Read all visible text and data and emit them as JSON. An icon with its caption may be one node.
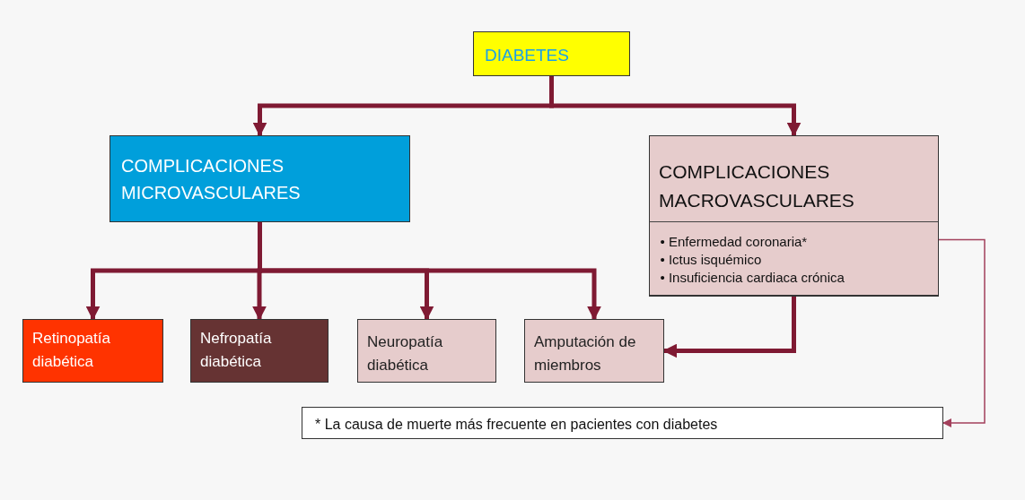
{
  "diagram": {
    "nodes": [
      {
        "text": [
          "DIABETES"
        ]
      },
      {
        "text": [
          "COMPLICACIONES MICROVASCULARES"
        ]
      },
      {
        "text": [
          "COMPLICACIONES MACROVASCULARES"
        ]
      },
      {
        "text": [
          "• Enfermedad coronaria*",
          "• Ictus isquémico",
          "• Insuficiencia cardiaca crónica"
        ],
        "in": 2
      },
      {
        "text": [
          "Retinopatía diabética"
        ]
      },
      {
        "text": [
          "Nefropatía diabética"
        ]
      },
      {
        "text": [
          "Neuropatía diabética"
        ]
      },
      {
        "text": [
          "Amputación de miembros"
        ]
      },
      {
        "text": [
          "* La causa de muerte más frecuente en pacientes con diabetes"
        ]
      }
    ],
    "edges": [
      {
        "from": 0,
        "to": 1,
        "arrow": "to"
      },
      {
        "from": 0,
        "to": 2,
        "arrow": "to"
      },
      {
        "from": 1,
        "to": 4,
        "arrow": "to"
      },
      {
        "from": 1,
        "to": 5,
        "arrow": "to"
      },
      {
        "from": 1,
        "to": 6,
        "arrow": "to"
      },
      {
        "from": 1,
        "to": 7,
        "arrow": "to"
      },
      {
        "from": 2,
        "to": 7,
        "arrow": "to"
      },
      {
        "from": 3,
        "to": 8,
        "arrow": "to",
        "color": "#a3405c"
      }
    ]
  }
}
